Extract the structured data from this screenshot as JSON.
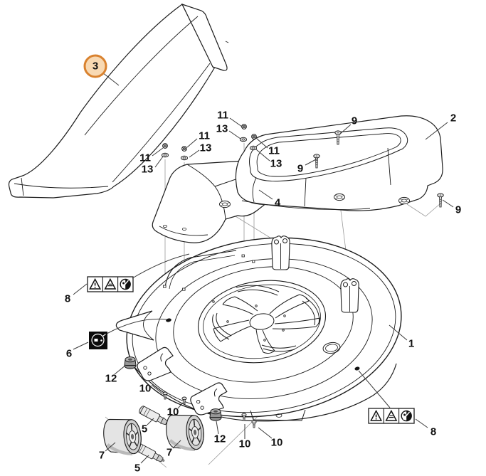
{
  "figure": {
    "type": "exploded-parts-diagram",
    "background": "#ffffff",
    "line_color": "#1c1c1c"
  },
  "highlight": {
    "selected_callout": "3",
    "circle_fill": "#F8D9B3",
    "circle_border": "#D9822F"
  },
  "callouts": {
    "n1": "1",
    "n2": "2",
    "n3": "3",
    "n4": "4",
    "n5": "5",
    "n6": "6",
    "n7": "7",
    "n8": "8",
    "n9": "9",
    "n10": "10",
    "n11": "11",
    "n12": "12",
    "n13": "13"
  },
  "safety_labels": {
    "warning_sticker": {
      "icons": [
        "warning-exclamation-icon",
        "warning-read-manual-icon",
        "keep-bystanders-away-icon"
      ]
    },
    "blade_sticker": {
      "icons": [
        "rotating-blade-icon"
      ]
    }
  }
}
